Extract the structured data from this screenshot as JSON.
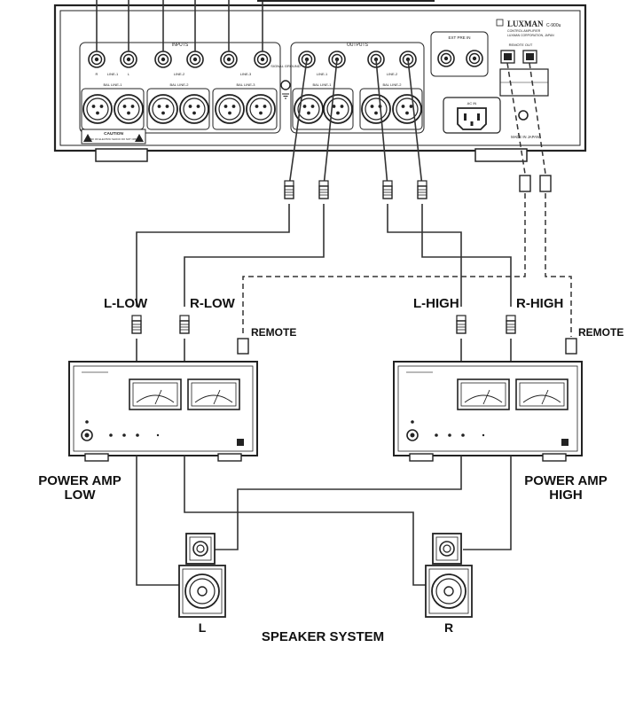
{
  "preamp": {
    "brand": "LUXMAN",
    "model": "C-900u",
    "subtitle": "CONTROL AMPLIFIER",
    "maker": "LUXMAN CORPORATION, JAPAN",
    "made_in": "MADE IN JAPAN",
    "inputs_label": "INPUTS",
    "outputs_label": "OUTPUTS",
    "ext_pre_in_label": "EXT PRE IN",
    "remote_out_label": "REMOTE OUT",
    "ac_in_label": "AC IN",
    "signal_ground_label": "SIGNAL GROUND",
    "caution_label": "CAUTION",
    "caution_text": "RISK OF ELECTRIC SHOCK DO NOT OPEN",
    "line_labels": [
      "LINE-1",
      "LINE-2",
      "LINE-3",
      "LINE-1",
      "LINE-2"
    ],
    "bal_labels": [
      "BAL LINE-1",
      "BAL LINE-2",
      "BAL LINE-3",
      "BAL LINE-1",
      "BAL LINE-2"
    ],
    "r_label": "R",
    "l_label": "L"
  },
  "labels": {
    "l_low": "L-LOW",
    "r_low": "R-LOW",
    "l_high": "L-HIGH",
    "r_high": "R-HIGH",
    "remote_left": "REMOTE",
    "remote_right": "REMOTE",
    "power_amp_low_line1": "POWER AMP",
    "power_amp_low_line2": "LOW",
    "power_amp_high_line1": "POWER AMP",
    "power_amp_high_line2": "HIGH",
    "speaker_l": "L",
    "speaker_r": "R",
    "speaker_system": "SPEAKER SYSTEM"
  }
}
